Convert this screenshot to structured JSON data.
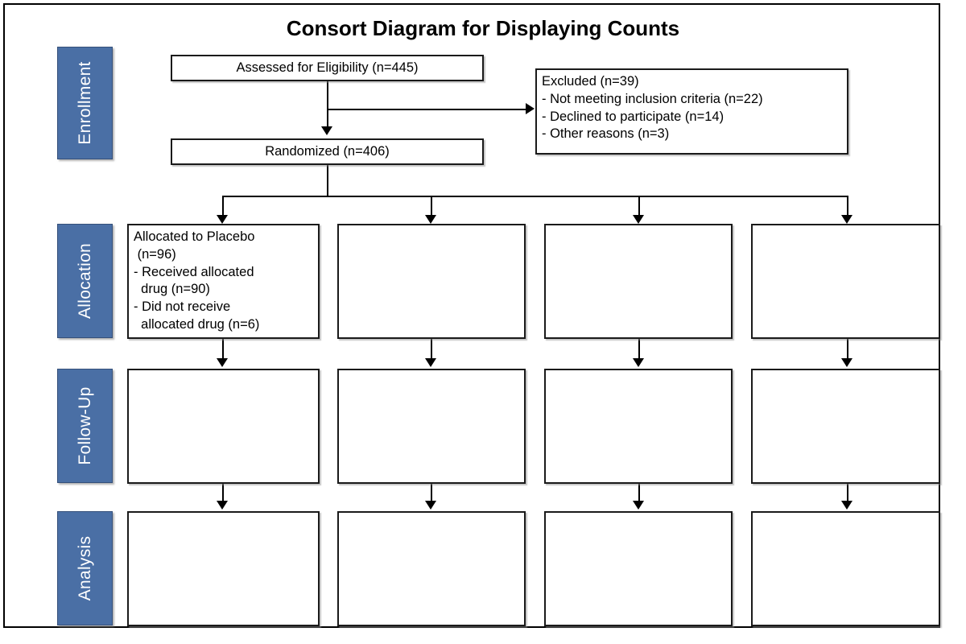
{
  "figure": {
    "title": "Consort Diagram for Displaying Counts",
    "accent_color": "#4A6FA5",
    "accent_border_color": "#35507A",
    "box_border_color": "#1a1a1a",
    "background_color": "#ffffff"
  },
  "stages": [
    {
      "id": "enrollment",
      "label": "Enrollment"
    },
    {
      "id": "allocation",
      "label": "Allocation"
    },
    {
      "id": "followup",
      "label": "Follow-Up"
    },
    {
      "id": "analysis",
      "label": "Analysis"
    }
  ],
  "boxes": {
    "assessed": {
      "text": "Assessed for Eligibility (n=445)"
    },
    "excluded": {
      "text": "Excluded (n=39)\n- Not meeting inclusion criteria (n=22)\n- Declined to participate (n=14)\n- Other reasons (n=3)"
    },
    "randomized": {
      "text": "Randomized (n=406)"
    },
    "allocation_col1": {
      "text": "Allocated to Placebo\n (n=96)\n- Received allocated\n  drug (n=90)\n- Did not receive\n  allocated drug (n=6)"
    },
    "allocation_col2": {
      "text": ""
    },
    "allocation_col3": {
      "text": ""
    },
    "allocation_col4": {
      "text": ""
    },
    "followup_col1": {
      "text": ""
    },
    "followup_col2": {
      "text": ""
    },
    "followup_col3": {
      "text": ""
    },
    "followup_col4": {
      "text": ""
    },
    "analysis_col1": {
      "text": ""
    },
    "analysis_col2": {
      "text": ""
    },
    "analysis_col3": {
      "text": ""
    },
    "analysis_col4": {
      "text": ""
    }
  },
  "chart_data": {
    "type": "diagram",
    "diagram_kind": "consort-flow",
    "title": "Consort Diagram for Displaying Counts",
    "stages": [
      "Enrollment",
      "Allocation",
      "Follow-Up",
      "Analysis"
    ],
    "nodes": [
      {
        "id": "assessed",
        "stage": "Enrollment",
        "label": "Assessed for Eligibility (n=445)",
        "n": 445
      },
      {
        "id": "excluded",
        "stage": "Enrollment",
        "label": "Excluded (n=39)",
        "n": 39,
        "reasons": [
          {
            "label": "Not meeting inclusion criteria (n=22)",
            "n": 22
          },
          {
            "label": "Declined to participate (n=14)",
            "n": 14
          },
          {
            "label": "Other reasons (n=3)",
            "n": 3
          }
        ]
      },
      {
        "id": "randomized",
        "stage": "Enrollment",
        "label": "Randomized (n=406)",
        "n": 406
      },
      {
        "id": "allocation_col1",
        "stage": "Allocation",
        "label": "Allocated to Placebo (n=96)",
        "n": 96,
        "details": [
          {
            "label": "Received allocated drug (n=90)",
            "n": 90
          },
          {
            "label": "Did not receive allocated drug (n=6)",
            "n": 6
          }
        ]
      },
      {
        "id": "allocation_col2",
        "stage": "Allocation",
        "label": "",
        "n": null
      },
      {
        "id": "allocation_col3",
        "stage": "Allocation",
        "label": "",
        "n": null
      },
      {
        "id": "allocation_col4",
        "stage": "Allocation",
        "label": "",
        "n": null
      },
      {
        "id": "followup_col1",
        "stage": "Follow-Up",
        "label": "",
        "n": null
      },
      {
        "id": "followup_col2",
        "stage": "Follow-Up",
        "label": "",
        "n": null
      },
      {
        "id": "followup_col3",
        "stage": "Follow-Up",
        "label": "",
        "n": null
      },
      {
        "id": "followup_col4",
        "stage": "Follow-Up",
        "label": "",
        "n": null
      },
      {
        "id": "analysis_col1",
        "stage": "Analysis",
        "label": "",
        "n": null
      },
      {
        "id": "analysis_col2",
        "stage": "Analysis",
        "label": "",
        "n": null
      },
      {
        "id": "analysis_col3",
        "stage": "Analysis",
        "label": "",
        "n": null
      },
      {
        "id": "analysis_col4",
        "stage": "Analysis",
        "label": "",
        "n": null
      }
    ],
    "edges": [
      {
        "from": "assessed",
        "to": "excluded",
        "direction": "right"
      },
      {
        "from": "assessed",
        "to": "randomized",
        "direction": "down"
      },
      {
        "from": "randomized",
        "to": "allocation_col1",
        "direction": "down"
      },
      {
        "from": "randomized",
        "to": "allocation_col2",
        "direction": "down"
      },
      {
        "from": "randomized",
        "to": "allocation_col3",
        "direction": "down"
      },
      {
        "from": "randomized",
        "to": "allocation_col4",
        "direction": "down"
      },
      {
        "from": "allocation_col1",
        "to": "followup_col1",
        "direction": "down"
      },
      {
        "from": "allocation_col2",
        "to": "followup_col2",
        "direction": "down"
      },
      {
        "from": "allocation_col3",
        "to": "followup_col3",
        "direction": "down"
      },
      {
        "from": "allocation_col4",
        "to": "followup_col4",
        "direction": "down"
      },
      {
        "from": "followup_col1",
        "to": "analysis_col1",
        "direction": "down"
      },
      {
        "from": "followup_col2",
        "to": "analysis_col2",
        "direction": "down"
      },
      {
        "from": "followup_col3",
        "to": "analysis_col3",
        "direction": "down"
      },
      {
        "from": "followup_col4",
        "to": "analysis_col4",
        "direction": "down"
      }
    ]
  }
}
